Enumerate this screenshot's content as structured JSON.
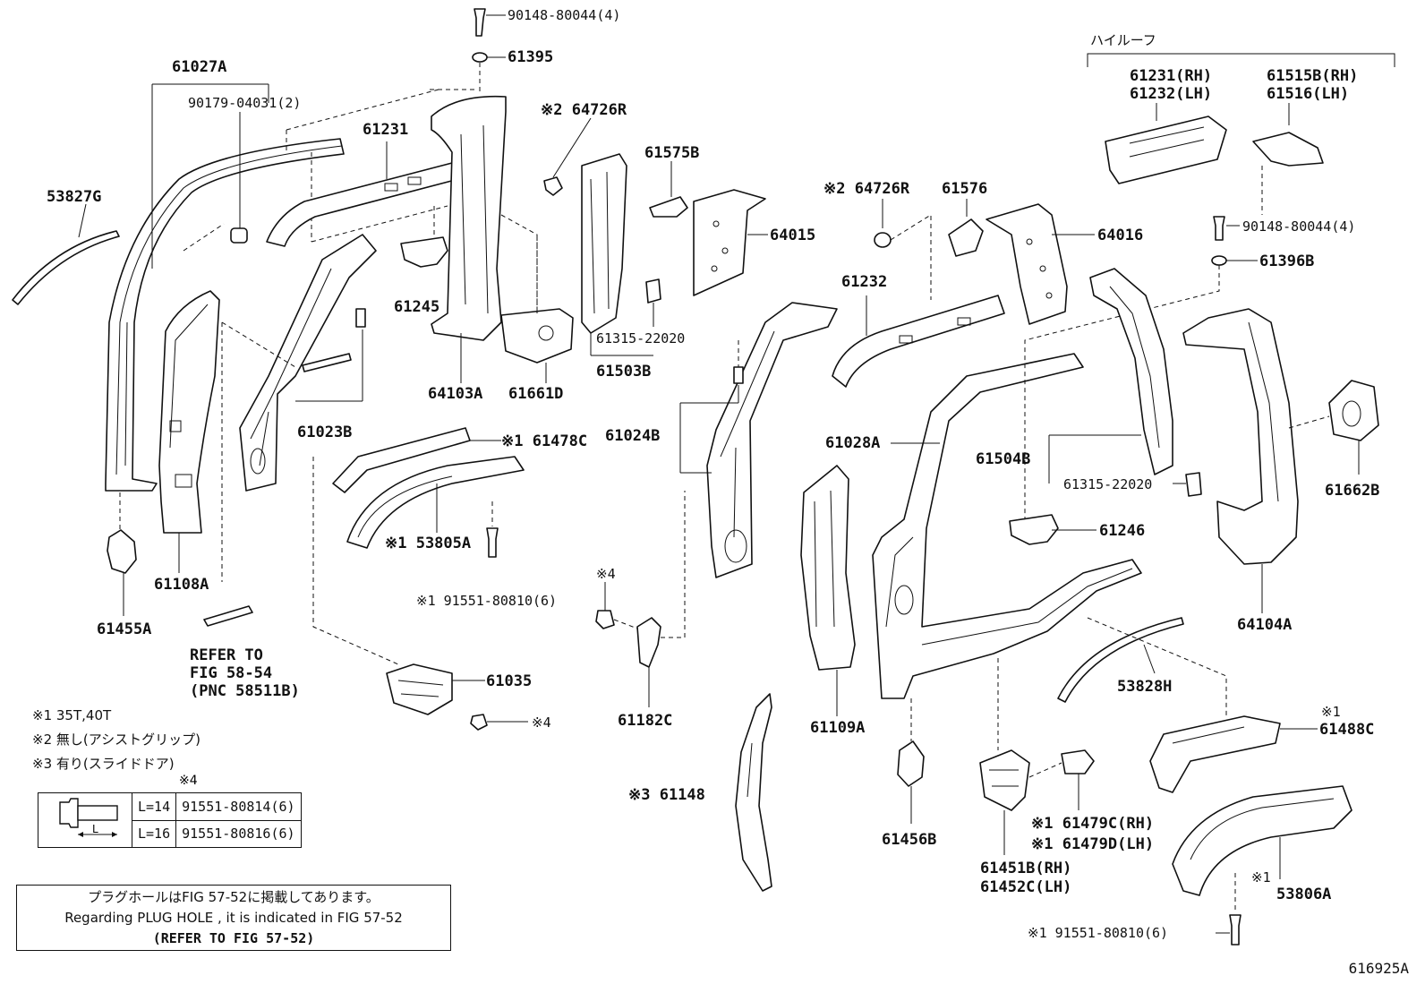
{
  "labels": {
    "p90148_80044_top": "90148-80044(4)",
    "p61395": "61395",
    "p61027a": "61027A",
    "p90179": "90179-04031(2)",
    "p53827g": "53827G",
    "p61231": "61231",
    "p64726r_a": "※2 64726R",
    "p61575b": "61575B",
    "p64015": "64015",
    "p61245": "61245",
    "p61315_a": "61315-22020",
    "p64103a": "64103A",
    "p61661d": "61661D",
    "p61503b": "61503B",
    "p61023b": "61023B",
    "p61478c": "※1 61478C",
    "p53805a": "※1 53805A",
    "p91551_80810_a": "※1 91551-80810(6)",
    "p61108a": "61108A",
    "p61455a": "61455A",
    "p61035": "61035",
    "p_star4_a": "※4",
    "p_star4_b": "※4",
    "p61182c": "61182C",
    "p61024b": "61024B",
    "p64726r_b": "※2 64726R",
    "p61576": "61576",
    "p64016": "64016",
    "p61232": "61232",
    "p61028a": "61028A",
    "p61504b": "61504B",
    "p61315_b": "61315-22020",
    "p61246": "61246",
    "p61109a": "61109A",
    "p61148": "※3 61148",
    "p61456b": "61456B",
    "p61451b": "61451B(RH)",
    "p61452c": "61452C(LH)",
    "p61479c": "※1 61479C(RH)",
    "p61479d": "※1 61479D(LH)",
    "p53828h": "53828H",
    "p61488c_mark": "※1",
    "p61488c": "61488C",
    "p53806a_mark": "※1",
    "p53806a": "53806A",
    "p91551_80810_b": "※1 91551-80810(6)",
    "p64104a": "64104A",
    "p61662b": "61662B",
    "p61396b": "61396B",
    "p90148_80044_right": "90148-80044(4)",
    "high_roof": "ハイルーフ",
    "p61231rh": "61231(RH)",
    "p61232lh": "61232(LH)",
    "p61515b": "61515B(RH)",
    "p61516": "61516(LH)",
    "refer1": "REFER TO",
    "refer2": "FIG 58-54",
    "refer3": "(PNC 58511B)"
  },
  "notes": [
    "※1 35T,40T",
    "※2 無し(アシストグリップ)",
    "※3 有り(スライドドア)"
  ],
  "table": {
    "mark": "※4",
    "rows": [
      {
        "length": "L=14",
        "part": "91551-80814(6)"
      },
      {
        "length": "L=16",
        "part": "91551-80816(6)"
      }
    ],
    "dim_label": "L"
  },
  "plug_box": {
    "line1": "プラグホールはFIG 57-52に掲載してあります。",
    "line2": "Regarding PLUG HOLE , it is indicated in FIG 57-52",
    "line3": "(REFER TO FIG 57-52)"
  },
  "figure_id": "616925A"
}
